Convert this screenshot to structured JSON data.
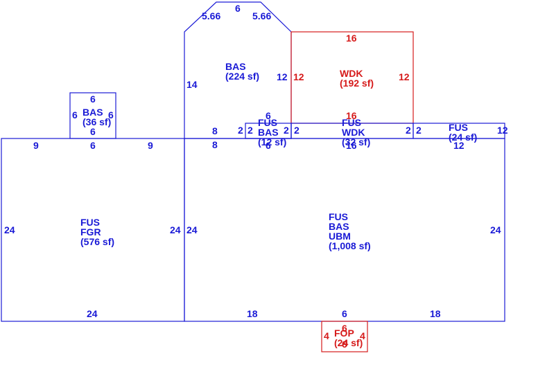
{
  "colors": {
    "primary": "#1a1ad6",
    "secondary": "#d61a1a",
    "background": "#ffffff"
  },
  "areas": {
    "fgr": {
      "lines": [
        "FUS",
        "FGR",
        "(576 sf)"
      ]
    },
    "main": {
      "lines": [
        "FUS",
        "BAS",
        "UBM",
        "(1,008 sf)"
      ]
    },
    "bas_top": {
      "lines": [
        "BAS",
        "(224 sf)"
      ]
    },
    "wdk": {
      "lines": [
        "WDK",
        "(192 sf)"
      ]
    },
    "bas_small": {
      "lines": [
        "BAS",
        "(36 sf)"
      ]
    },
    "fus_bas_strip": {
      "lines": [
        "FUS",
        "BAS",
        "(12 sf)"
      ]
    },
    "fus_wdk_strip": {
      "lines": [
        "FUS",
        "WDK",
        "(32 sf)"
      ]
    },
    "fus_right_strip": {
      "lines": [
        "FUS",
        "(24 sf)"
      ]
    },
    "fop": {
      "lines": [
        "FOP",
        "(24 sf)"
      ]
    }
  },
  "dims": {
    "fgr_left": "24",
    "fgr_right": "24",
    "fgr_bottom": "24",
    "fgr_top_left": "9",
    "fgr_top_mid": "6",
    "fgr_top_right": "9",
    "bas_small_top": "6",
    "bas_small_left": "6",
    "bas_small_right": "6",
    "bas_small_bottom": "6",
    "main_left": "24",
    "main_right": "24",
    "main_bottom_left": "18",
    "main_bottom_mid": "6",
    "main_bottom_right": "18",
    "main_top_8a": "8",
    "main_top_8b": "8",
    "main_top_12": "12",
    "bas_top_diag_left": "5.66",
    "bas_top_top": "6",
    "bas_top_diag_right": "5.66",
    "bas_top_left": "14",
    "bas_top_right": "12",
    "wdk_top": "16",
    "wdk_left": "12",
    "wdk_right": "12",
    "strip1_2a": "2",
    "strip1_2b": "2",
    "strip1_top": "6",
    "strip1_bottom": "6",
    "strip2_2a": "2",
    "strip2_2b": "2",
    "strip2_top": "16",
    "strip2_bottom": "16",
    "strip3_2a": "2",
    "strip3_2b": "2",
    "strip3_top": "12",
    "fop_top": "6",
    "fop_left": "4",
    "fop_right": "4",
    "fop_bottom": "6"
  }
}
